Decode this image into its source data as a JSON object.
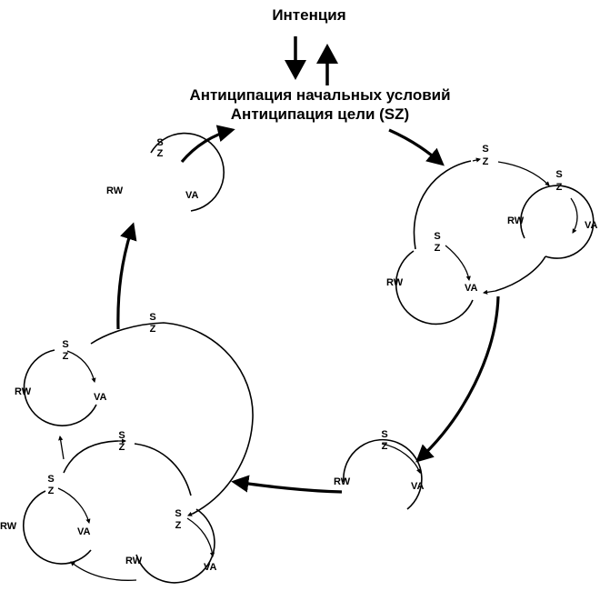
{
  "header": {
    "intention": "Интенция",
    "anticipation_initial": "Антиципация начальных условий",
    "anticipation_goal": "Антиципация цели (SZ)"
  },
  "cycle_labels": {
    "s": "S",
    "z": "Z",
    "rw": "RW",
    "va": "VA"
  }
}
